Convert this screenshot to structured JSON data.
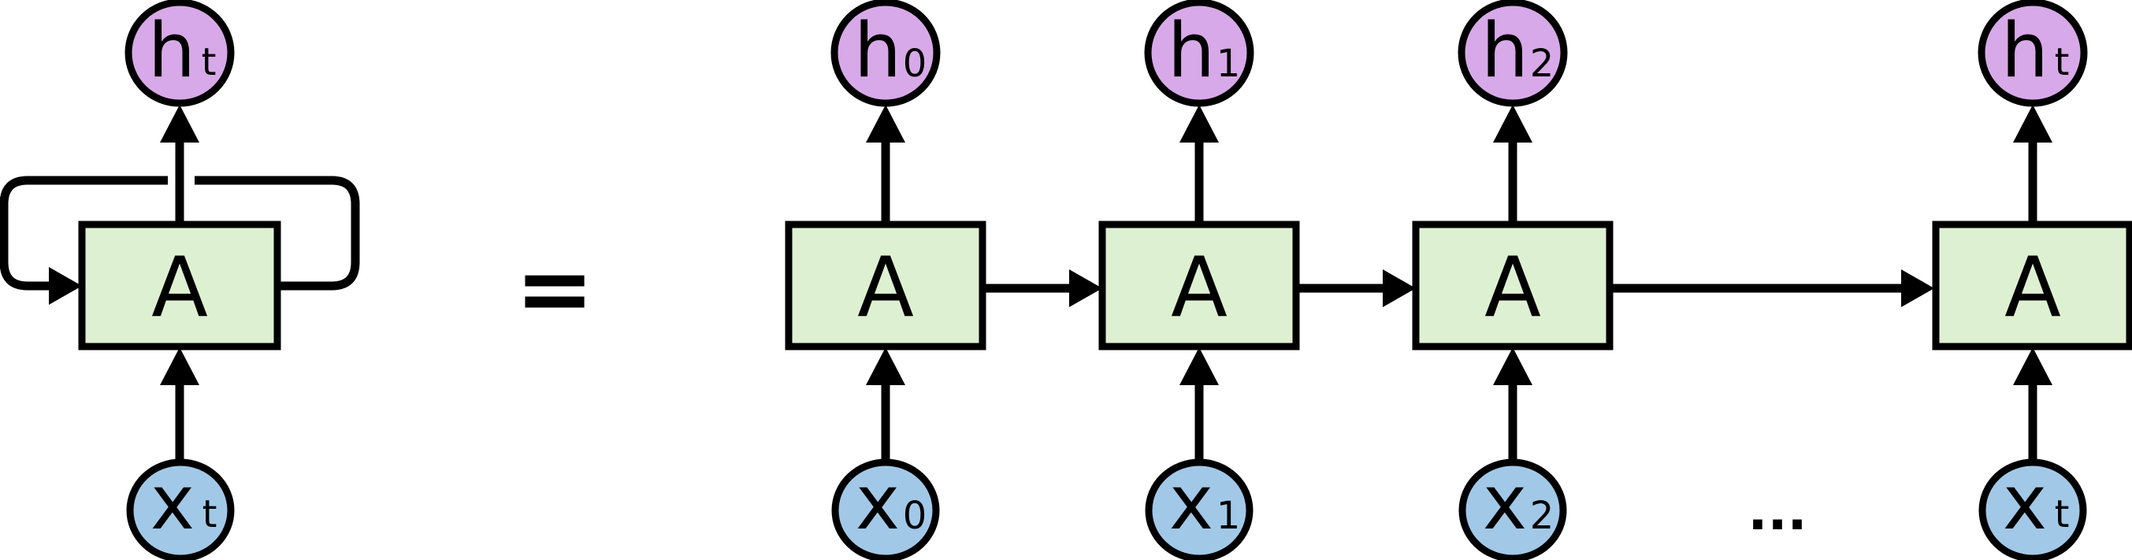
{
  "diagram": {
    "type": "recurrent-neural-network-unrolled",
    "equals_sign": "=",
    "ellipsis": "...",
    "colors": {
      "hidden_node_fill": "#d8a9e8",
      "input_node_fill": "#a2c8e8",
      "cell_fill": "#def0d2",
      "line": "#000000"
    },
    "folded": {
      "cell_label": "A",
      "hidden_label": {
        "main": "h",
        "sub": "t"
      },
      "input_label": {
        "main": "x",
        "sub": "t"
      }
    },
    "unrolled": [
      {
        "cell_label": "A",
        "hidden_label": {
          "main": "h",
          "sub": "0"
        },
        "input_label": {
          "main": "x",
          "sub": "0"
        }
      },
      {
        "cell_label": "A",
        "hidden_label": {
          "main": "h",
          "sub": "1"
        },
        "input_label": {
          "main": "x",
          "sub": "1"
        }
      },
      {
        "cell_label": "A",
        "hidden_label": {
          "main": "h",
          "sub": "2"
        },
        "input_label": {
          "main": "x",
          "sub": "2"
        }
      },
      {
        "cell_label": "A",
        "hidden_label": {
          "main": "h",
          "sub": "t"
        },
        "input_label": {
          "main": "x",
          "sub": "t"
        }
      }
    ]
  }
}
